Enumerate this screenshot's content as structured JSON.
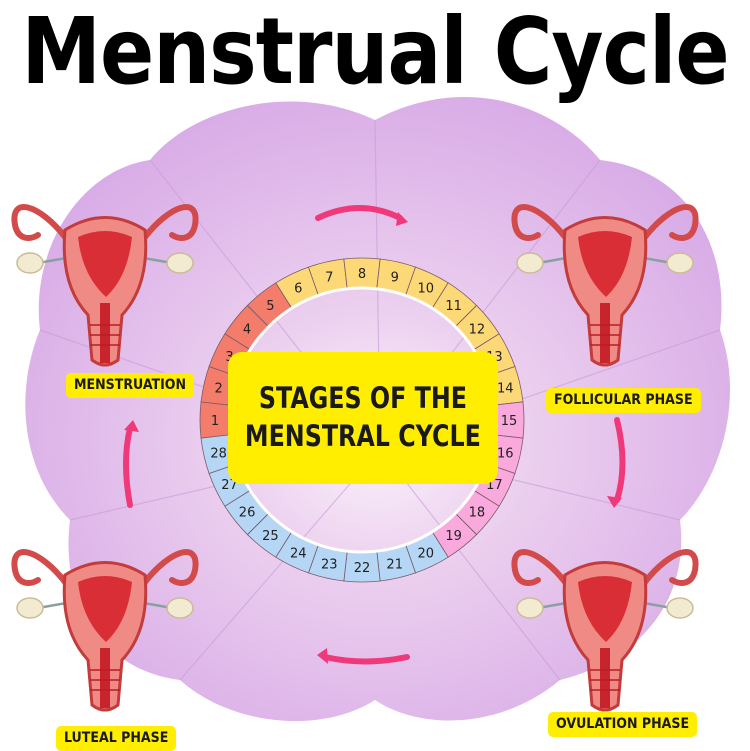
{
  "title": "Menstrual Cycle",
  "center": {
    "line1": "STAGES OF THE",
    "line2": "MENSTRAL CYCLE"
  },
  "phases": [
    {
      "label": "MENSTRUATION",
      "days": [
        1,
        2,
        3,
        4,
        5
      ],
      "color": "#f47c6b"
    },
    {
      "label": "FOLLICULAR PHASE",
      "days": [
        6,
        7,
        8,
        9,
        10,
        11,
        12,
        13,
        14
      ],
      "color": "#fcd877"
    },
    {
      "label": "OVULATION PHASE",
      "days": [
        15,
        16,
        17,
        18,
        19
      ],
      "color": "#f9a9dc"
    },
    {
      "label": "LUTEAL PHASE",
      "days": [
        20,
        21,
        22,
        23,
        24,
        25,
        26,
        27,
        28
      ],
      "color": "#b6d6f5"
    }
  ],
  "colors": {
    "arrow": "#f0397a",
    "flower": "#dcb3ea",
    "label_bg": "#ffee00"
  },
  "icons": [
    "uterus-icon",
    "curved-arrow-icon",
    "flower-background"
  ]
}
